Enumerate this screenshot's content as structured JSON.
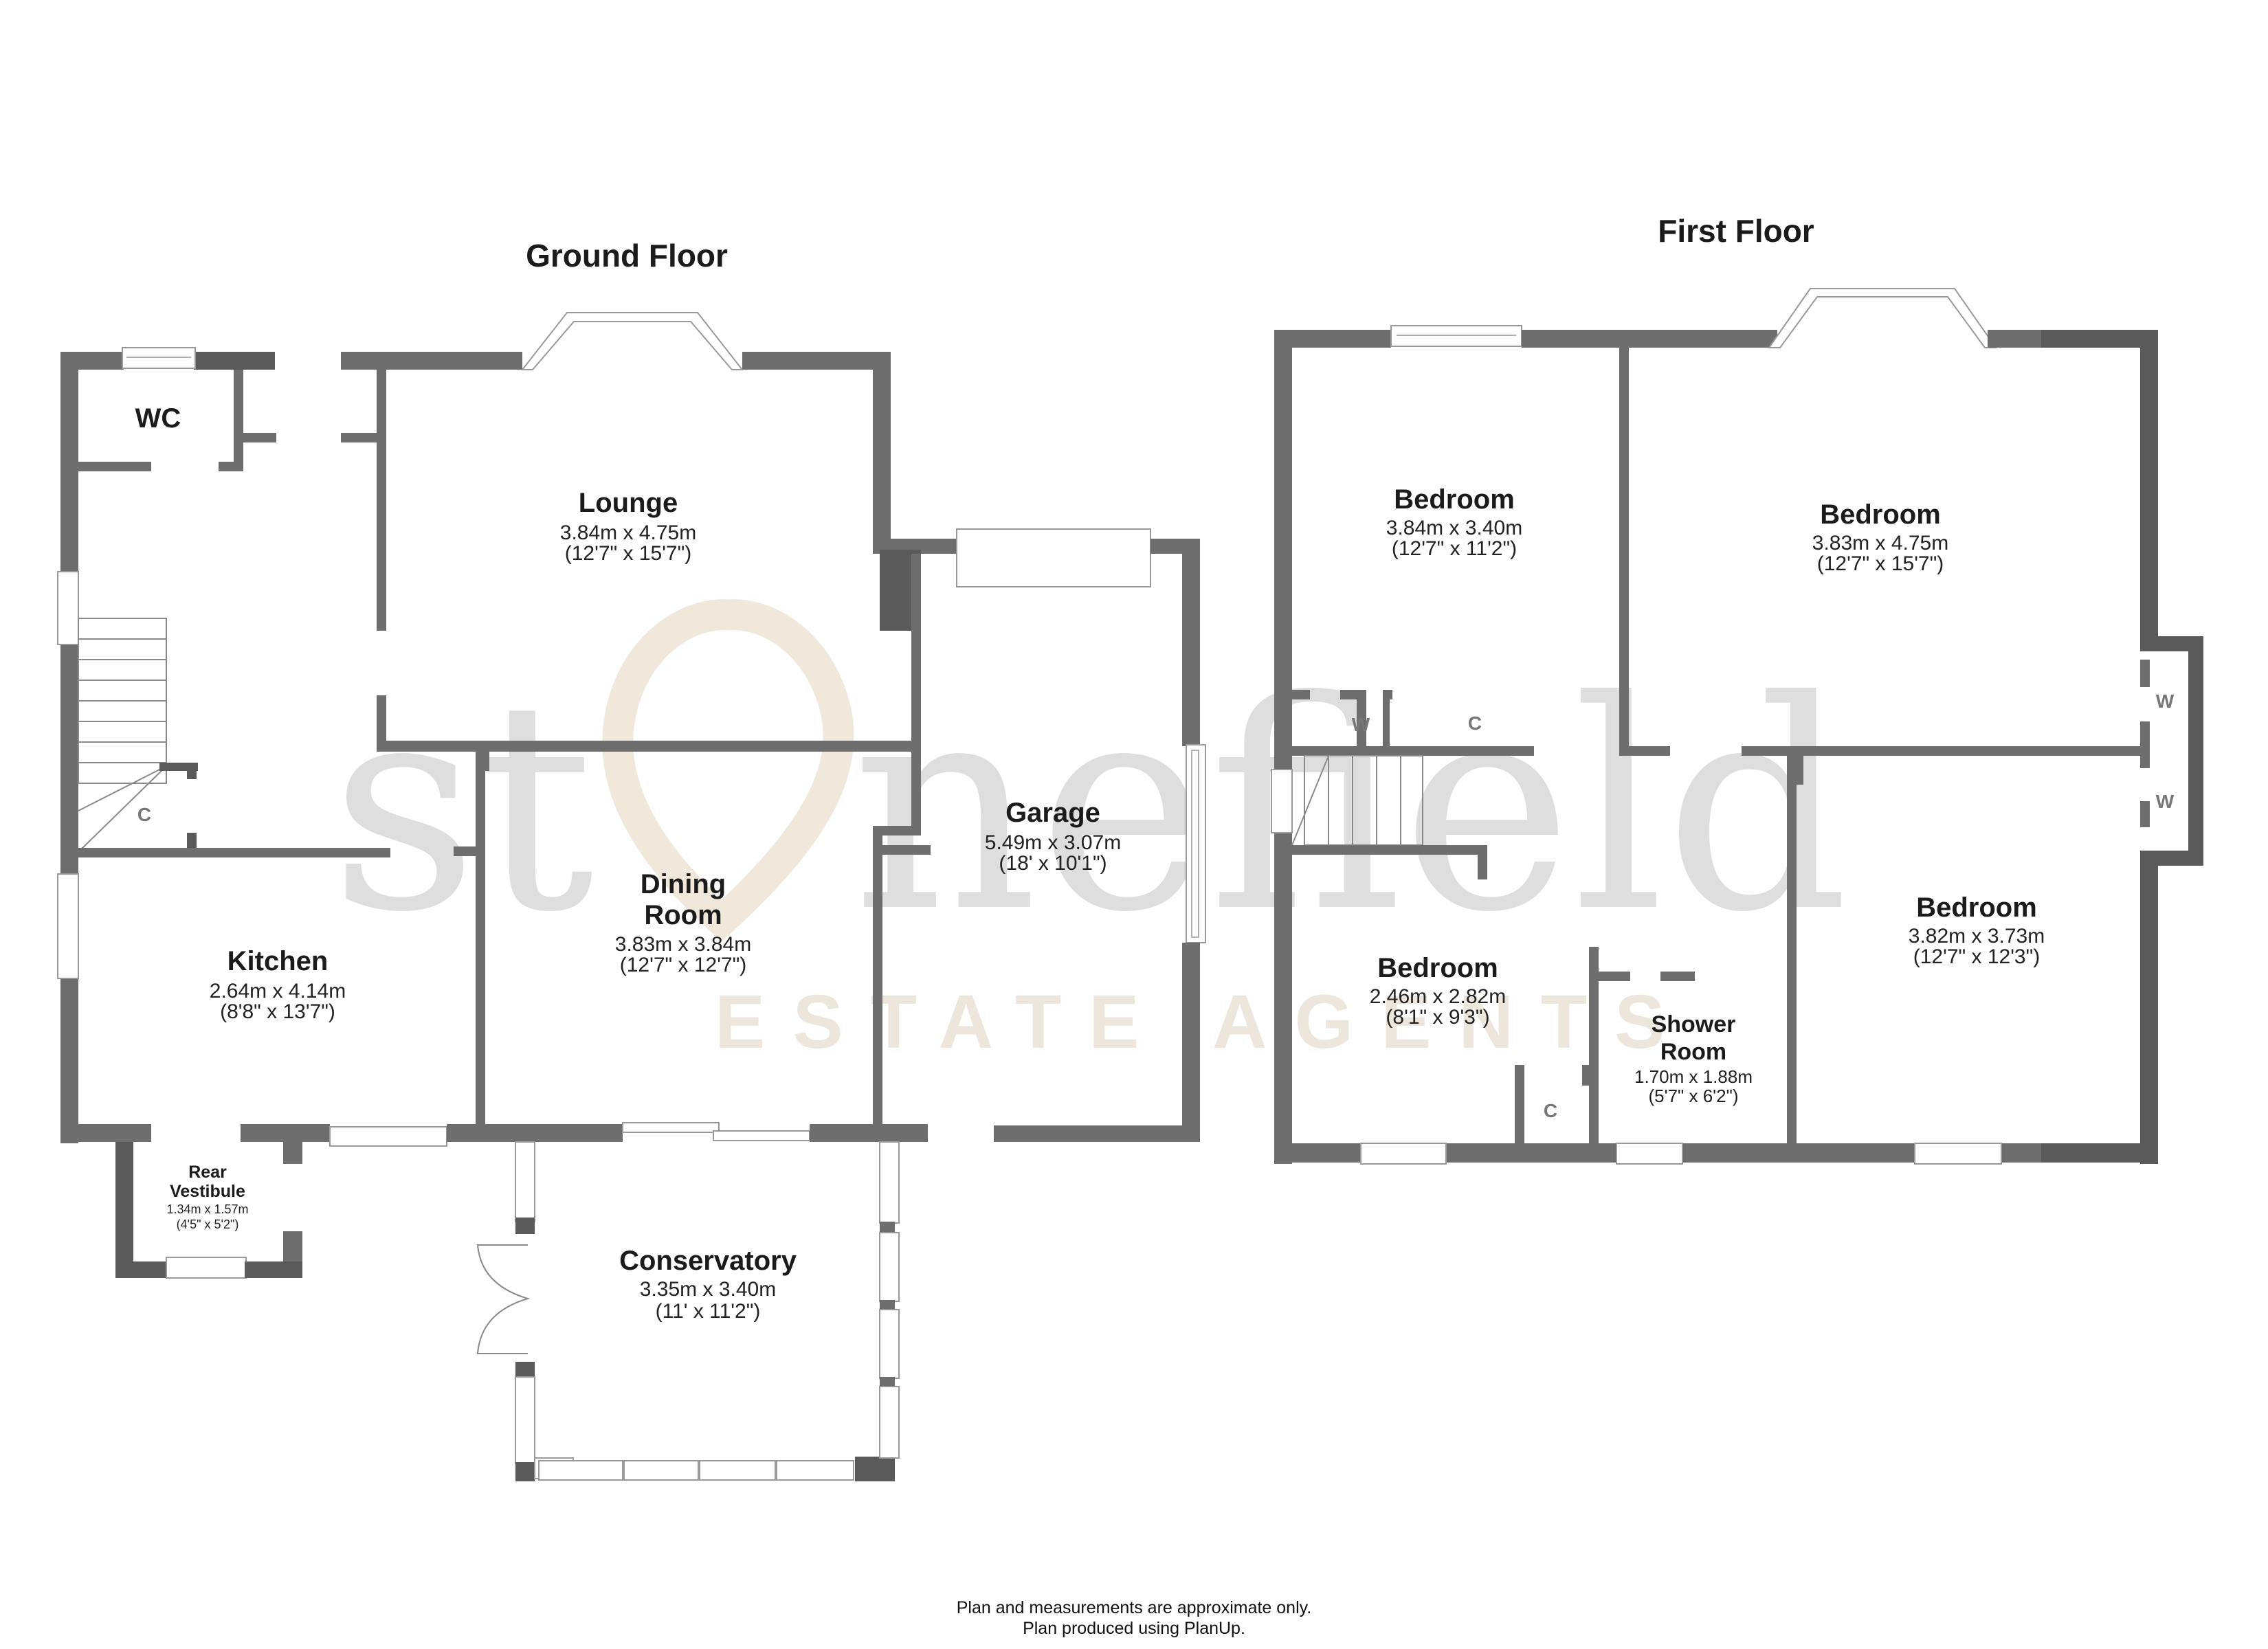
{
  "watermark": {
    "brand": "stonefield",
    "tagline": "ESTATE AGENTS",
    "colors": {
      "text": "#d4d4d4",
      "heart": "#efe6d8"
    }
  },
  "colors": {
    "wall": "#6e6e6e",
    "wall_dark": "#5a5a5a",
    "label": "#1b1b1b",
    "marker": "#777777"
  },
  "ground_floor": {
    "title": "Ground Floor",
    "rooms": [
      {
        "name": "WC",
        "dims_m": "",
        "dims_ft": ""
      },
      {
        "name": "Lounge",
        "dims_m": "3.84m x 4.75m",
        "dims_ft": "(12'7\" x 15'7\")"
      },
      {
        "name": "Garage",
        "dims_m": "5.49m x 3.07m",
        "dims_ft": "(18' x 10'1\")"
      },
      {
        "name": "Dining Room",
        "line1": "Dining",
        "line2": "Room",
        "dims_m": "3.83m x 3.84m",
        "dims_ft": "(12'7\" x 12'7\")"
      },
      {
        "name": "Kitchen",
        "dims_m": "2.64m x 4.14m",
        "dims_ft": "(8'8\" x 13'7\")"
      },
      {
        "name": "Rear Vestibule",
        "line1": "Rear",
        "line2": "Vestibule",
        "dims_m": "1.34m x 1.57m",
        "dims_ft": "(4'5\" x 5'2\")"
      },
      {
        "name": "Conservatory",
        "dims_m": "3.35m x 3.40m",
        "dims_ft": "(11' x 11'2\")"
      }
    ],
    "markers": {
      "cupboard": "C"
    }
  },
  "first_floor": {
    "title": "First Floor",
    "rooms": [
      {
        "name": "Bedroom",
        "dims_m": "3.84m x 3.40m",
        "dims_ft": "(12'7\" x 11'2\")"
      },
      {
        "name": "Bedroom",
        "dims_m": "3.83m x 4.75m",
        "dims_ft": "(12'7\" x 15'7\")"
      },
      {
        "name": "Bedroom",
        "dims_m": "3.82m x 3.73m",
        "dims_ft": "(12'7\" x 12'3\")"
      },
      {
        "name": "Bedroom",
        "dims_m": "2.46m x 2.82m",
        "dims_ft": "(8'1\" x 9'3\")"
      },
      {
        "name": "Shower Room",
        "line1": "Shower",
        "line2": "Room",
        "dims_m": "1.70m x 1.88m",
        "dims_ft": "(5'7\" x 6'2\")"
      }
    ],
    "markers": {
      "wardrobe": "W",
      "cupboard": "C"
    }
  },
  "footer": {
    "line1": "Plan and measurements are approximate only.",
    "line2": "Plan produced using PlanUp."
  }
}
